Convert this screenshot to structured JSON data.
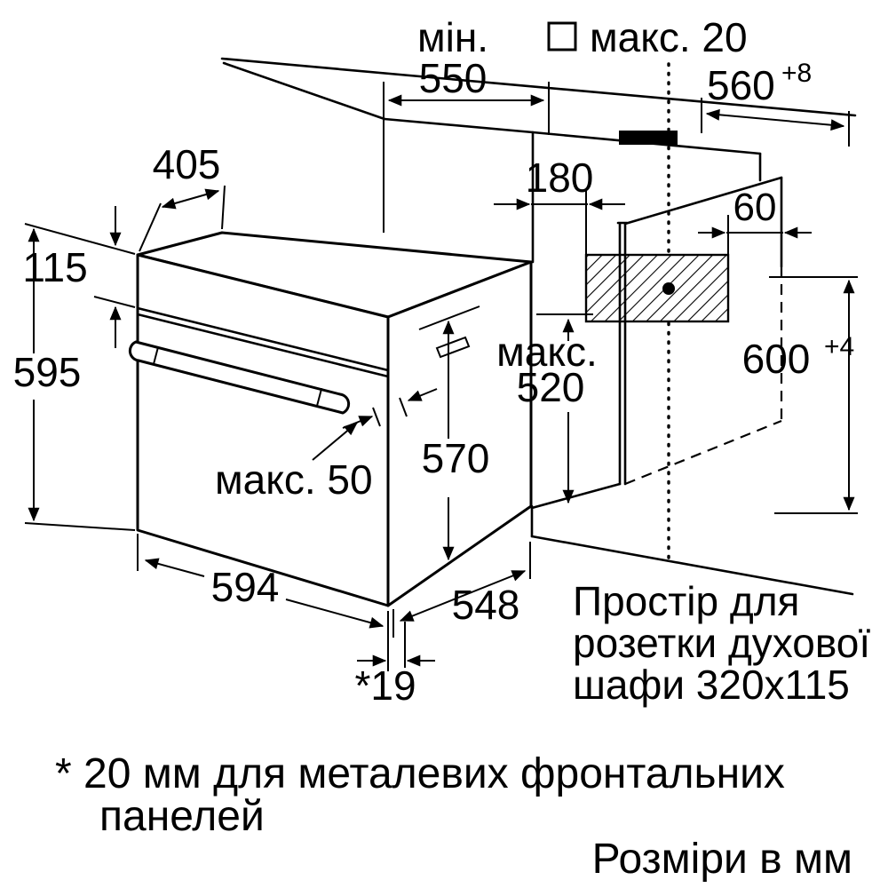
{
  "diagram": {
    "type": "oven-installation-drawing",
    "labels": {
      "min550": {
        "word": "мін.",
        "value": "550"
      },
      "max20": "макс. 20",
      "niche_width": {
        "value": "560",
        "tol": "+8"
      },
      "top_depth": "405",
      "outlet_offset": "180",
      "rear_gap": "60",
      "panel_height": "115",
      "oven_height": "595",
      "max520": {
        "word": "макс.",
        "value": "520"
      },
      "niche_height": {
        "value": "600",
        "tol": "+4"
      },
      "body_height": "570",
      "handle_max": "макс. 50",
      "oven_width": "594",
      "oven_depth": "548",
      "door_offset": "*19",
      "outlet_note": {
        "line1": "Простір для",
        "line2": "розетки духової",
        "line3": "шафи 320x115"
      },
      "footnote": {
        "line1": "* 20 мм для металевих фронтальних",
        "line2": "панелей"
      },
      "units_note": "Розміри в мм"
    },
    "colors": {
      "ink": "#000000",
      "paper": "#ffffff"
    }
  }
}
